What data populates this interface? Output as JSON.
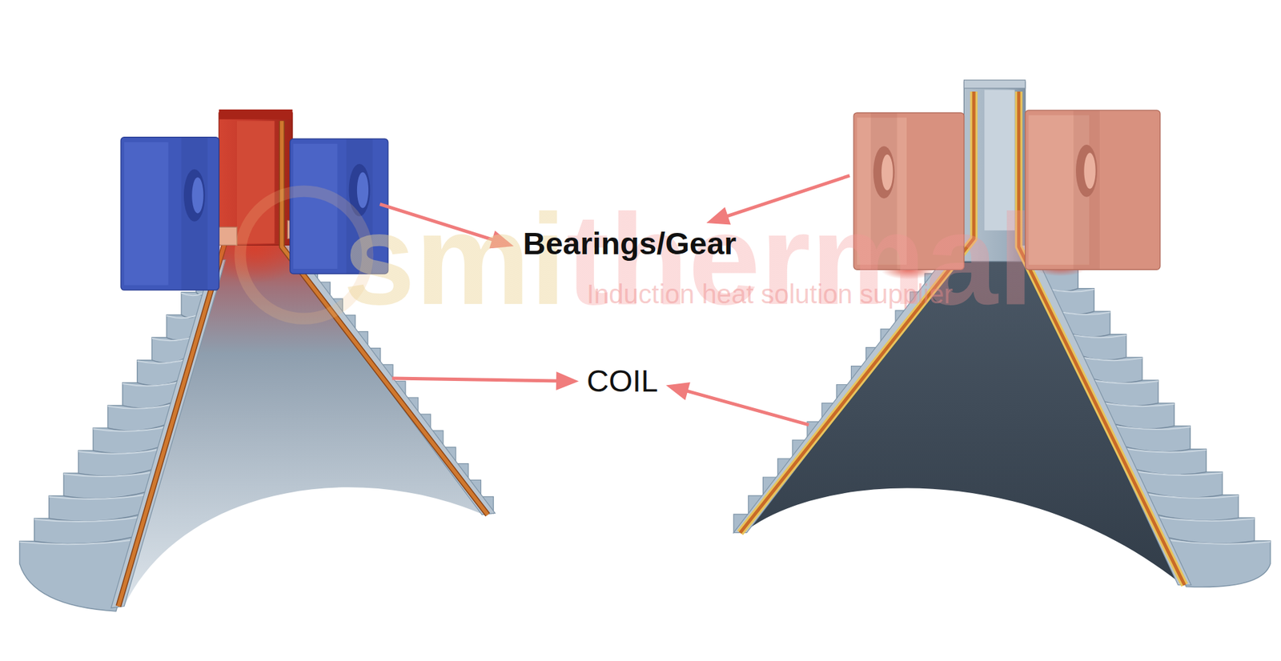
{
  "diagram": {
    "labels": [
      "smithermal",
      "Induction heat solution supplier",
      "Bearings/Gear",
      "COIL"
    ]
  }
}
